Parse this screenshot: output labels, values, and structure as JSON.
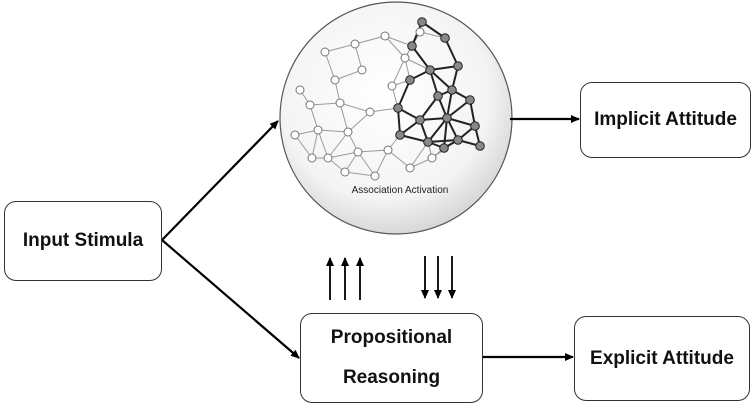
{
  "nodes": {
    "input": "Input Stimula",
    "implicit": "Implicit Attitude",
    "propositional_line1": "Propositional",
    "propositional_line2": "Reasoning",
    "explicit": "Explicit Attitude"
  },
  "association": {
    "caption": "Association Activation",
    "light_color": "#ffffff",
    "dark_color": "#888888",
    "edge_color": "#444444"
  },
  "arrows": {
    "up_count": 3,
    "down_count": 3,
    "color": "#000000"
  }
}
